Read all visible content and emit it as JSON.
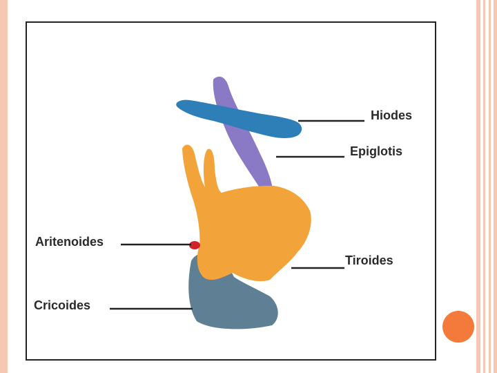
{
  "slide": {
    "accent_color": "#f47a3c",
    "stripe_color": "#f6c8b4"
  },
  "figure": {
    "labels": {
      "hiodes": "Hiodes",
      "epiglotis": "Epiglotis",
      "aritenoides": "Aritenoides",
      "tiroides": "Tiroides",
      "cricoides": "Cricoides"
    },
    "colors": {
      "hyoid": "#2e7fb8",
      "epiglottis": "#8a79c4",
      "thyroid": "#f2a33a",
      "cricoid": "#5f7f94",
      "arytenoid": "#f2a33a",
      "arytenoid_accent": "#d1232a"
    }
  }
}
